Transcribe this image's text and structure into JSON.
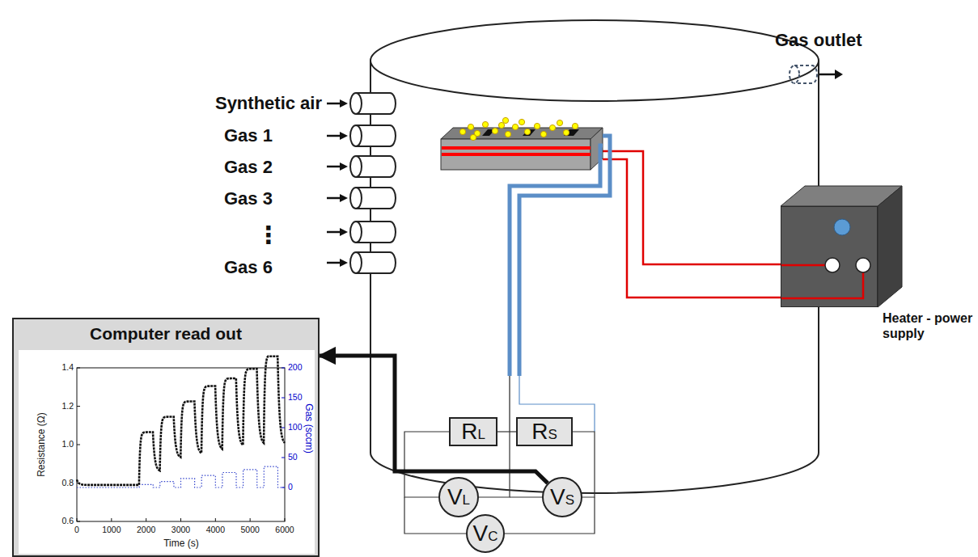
{
  "diagram": {
    "nodes": [
      {
        "text": [
          "Computer read out"
        ]
      },
      {
        "text": [
          "RL"
        ]
      },
      {
        "text": [
          "RS"
        ]
      },
      {
        "text": [
          "VL"
        ]
      },
      {
        "text": [
          "VS"
        ]
      },
      {
        "text": [
          "VC"
        ]
      },
      {
        "text": [
          "Heater - power supply"
        ]
      }
    ],
    "edges": [
      {
        "from": 4,
        "to": 0,
        "arrow": "to"
      }
    ],
    "labels": [
      "Synthetic air",
      "Gas 1",
      "Gas 2",
      "Gas 3",
      "⋮",
      "Gas 6",
      "Gas outlet",
      "Resistance (Ω)",
      "Gas (sccm)",
      "Time (s)",
      "0",
      "1000",
      "2000",
      "3000",
      "4000",
      "5000",
      "6000",
      "0.6",
      "0.8",
      "1.0",
      "1.2",
      "1.4",
      "0",
      "50",
      "100",
      "150",
      "200"
    ]
  }
}
